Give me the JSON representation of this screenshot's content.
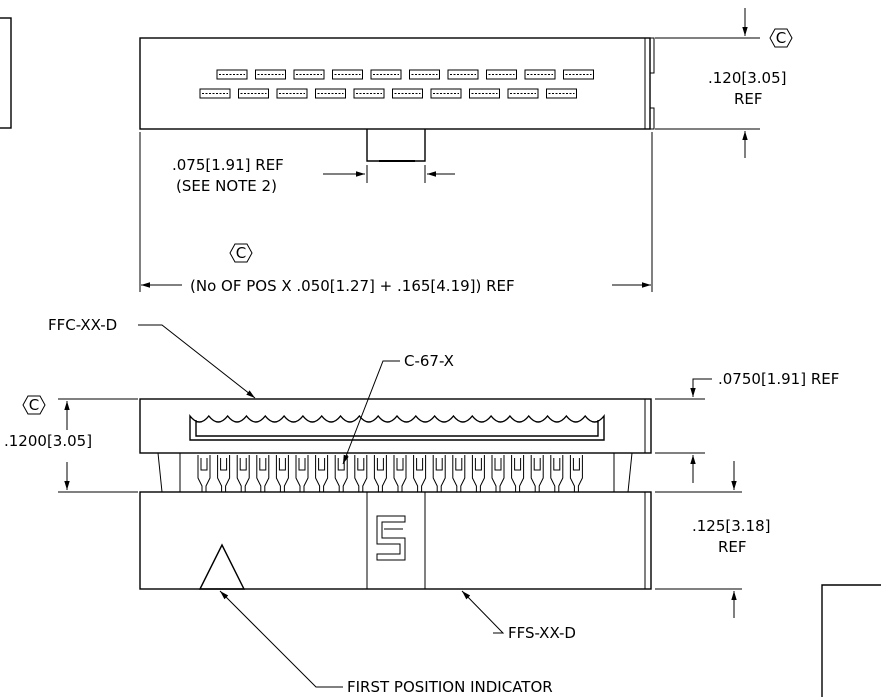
{
  "top_view": {
    "dim_075_line1": ".075[1.91] REF",
    "dim_075_line2": "(SEE NOTE 2)",
    "dim_width": "(No OF POS X .050[1.27] + .165[4.19]) REF",
    "dim_120_line1": ".120[3.05]",
    "dim_120_line2": "REF",
    "rev_symbol_1": "C",
    "rev_symbol_2": "C"
  },
  "side_view": {
    "label_ffc": "FFC-XX-D",
    "label_c67": "C-67-X",
    "dim_0750": ".0750[1.91] REF",
    "dim_1200": ".1200[3.05]",
    "rev_symbol_3": "C",
    "dim_125_line1": ".125[3.18]",
    "dim_125_line2": "REF",
    "label_ffs": "FFS-XX-D",
    "label_first_pos": "FIRST POSITION INDICATOR"
  }
}
